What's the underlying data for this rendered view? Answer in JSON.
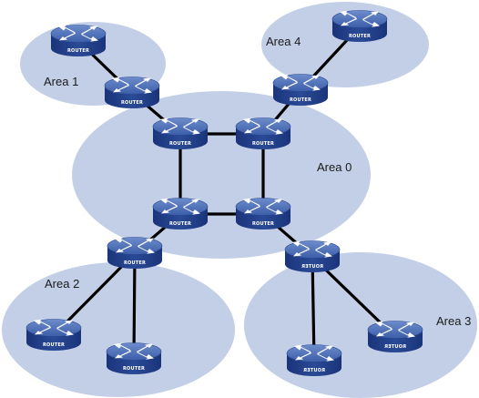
{
  "colors": {
    "area_fill": "#c3cfe6",
    "router_body": "#1f3f8a",
    "router_top": "#4466b4",
    "router_top_light": "#6d8ccc",
    "router_band": "#13296a",
    "link": "#000000"
  },
  "areas": [
    {
      "id": "area0",
      "label": "Area 0"
    },
    {
      "id": "area1",
      "label": "Area 1"
    },
    {
      "id": "area2",
      "label": "Area 2"
    },
    {
      "id": "area3",
      "label": "Area 3"
    },
    {
      "id": "area4",
      "label": "Area 4"
    }
  ],
  "router_label": "ROUTER",
  "routers": [
    {
      "id": "r-area1-leaf",
      "label": "ROUTER",
      "icon": "router-icon"
    },
    {
      "id": "r-abr1",
      "label": "ROUTER",
      "icon": "router-icon"
    },
    {
      "id": "r-core-tl",
      "label": "ROUTER",
      "icon": "router-icon"
    },
    {
      "id": "r-core-tr",
      "label": "ROUTER",
      "icon": "router-icon"
    },
    {
      "id": "r-abr4",
      "label": "ROUTER",
      "icon": "router-icon"
    },
    {
      "id": "r-area4-leaf",
      "label": "ROUTER",
      "icon": "router-icon"
    },
    {
      "id": "r-core-bl",
      "label": "ROUTER",
      "icon": "router-icon"
    },
    {
      "id": "r-core-br",
      "label": "ROUTER",
      "icon": "router-icon"
    },
    {
      "id": "r-abr2",
      "label": "ROUTER",
      "icon": "router-icon"
    },
    {
      "id": "r-area2-leaf1",
      "label": "ROUTER",
      "icon": "router-icon"
    },
    {
      "id": "r-area2-leaf2",
      "label": "ROUTER",
      "icon": "router-icon"
    },
    {
      "id": "r-abr3",
      "label": "ROUTER",
      "icon": "router-icon"
    },
    {
      "id": "r-area3-leaf1",
      "label": "ROUTER",
      "icon": "router-icon"
    },
    {
      "id": "r-area3-leaf2",
      "label": "ROUTER",
      "icon": "router-icon"
    }
  ],
  "links": [
    [
      "r-area1-leaf",
      "r-abr1"
    ],
    [
      "r-abr1",
      "r-core-tl"
    ],
    [
      "r-core-tl",
      "r-core-tr"
    ],
    [
      "r-core-tr",
      "r-abr4"
    ],
    [
      "r-abr4",
      "r-area4-leaf"
    ],
    [
      "r-core-tl",
      "r-core-bl"
    ],
    [
      "r-core-tr",
      "r-core-br"
    ],
    [
      "r-core-bl",
      "r-core-br"
    ],
    [
      "r-core-bl",
      "r-abr2"
    ],
    [
      "r-abr2",
      "r-area2-leaf1"
    ],
    [
      "r-abr2",
      "r-area2-leaf2"
    ],
    [
      "r-core-br",
      "r-abr3"
    ],
    [
      "r-abr3",
      "r-area3-leaf1"
    ],
    [
      "r-abr3",
      "r-area3-leaf2"
    ]
  ]
}
